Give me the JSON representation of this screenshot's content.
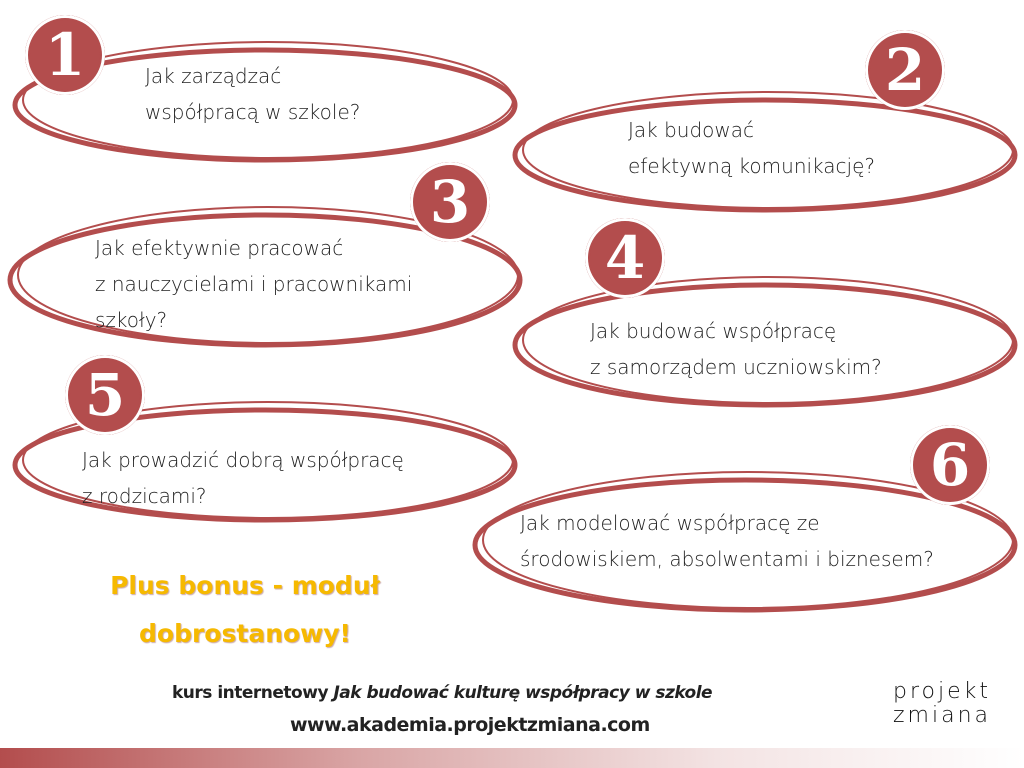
{
  "accent_color": "#b34d4d",
  "bonus_color": "#f6b900",
  "questions": [
    {
      "number": "1",
      "lines": [
        "Jak zarządzać",
        "współpracą w szkole?"
      ]
    },
    {
      "number": "2",
      "lines": [
        "Jak budować",
        "efektywną komunikację?"
      ]
    },
    {
      "number": "3",
      "lines": [
        "Jak efektywnie pracować",
        "z nauczycielami i pracownikami",
        "szkoły?"
      ]
    },
    {
      "number": "4",
      "lines": [
        "Jak budować współpracę",
        "z samorządem uczniowskim?"
      ]
    },
    {
      "number": "5",
      "lines": [
        "Jak prowadzić dobrą współpracę",
        "z rodzicami?"
      ]
    },
    {
      "number": "6",
      "lines": [
        "Jak modelować współpracę ze",
        "środowiskiem, absolwentami i biznesem?"
      ]
    }
  ],
  "bonus": {
    "line1": "Plus bonus - moduł",
    "line2": "dobrostanowy!"
  },
  "footer": {
    "prefix": "kurs internetowy ",
    "course_title": "Jak budować kulturę współpracy w szkole",
    "url": "www.akademia.projektzmiana.com"
  },
  "logo": {
    "line1": "projekt",
    "line2": "zmiana"
  }
}
